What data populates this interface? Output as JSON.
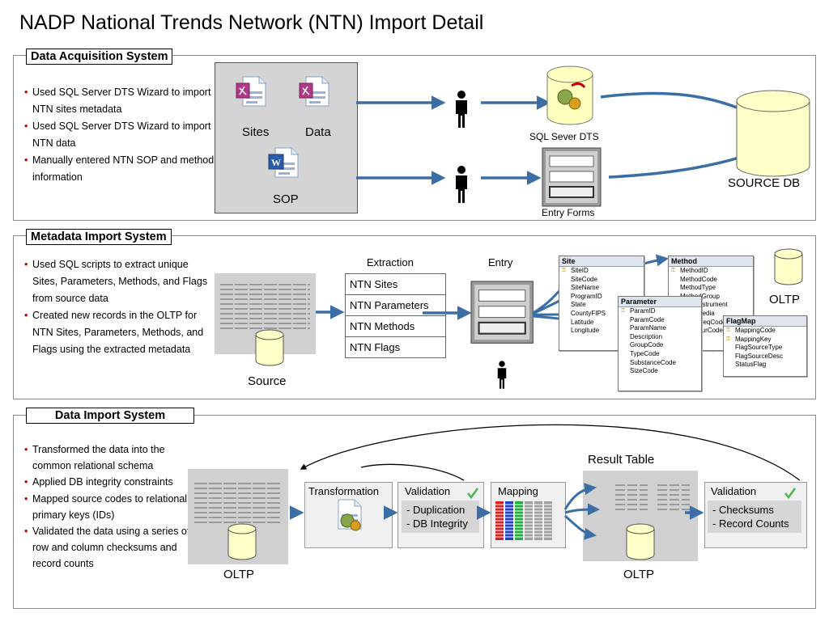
{
  "title": "NADP National Trends Network (NTN) Import Detail",
  "colors": {
    "arrow": "#3a6ea5",
    "cylinder": "#ffffc8",
    "bullet": "#c00000",
    "panel": "#d4d4d4"
  },
  "acquisition": {
    "label": "Data Acquisition System",
    "bullets": [
      "Used SQL Server DTS Wizard to import NTN sites metadata",
      "Used SQL Server DTS Wizard to import NTN data",
      "Manually entered NTN SOP and method information"
    ],
    "files": {
      "sites": "Sites",
      "data": "Data",
      "sop": "SOP"
    },
    "sql_dts": "SQL Sever DTS",
    "entry_forms": "Entry Forms",
    "source_db": "SOURCE DB"
  },
  "metadata": {
    "label": "Metadata Import System",
    "bullets": [
      "Used SQL scripts to extract unique Sites, Parameters, Methods, and Flags from source data",
      "Created new records in the OLTP for NTN Sites, Parameters, Methods, and Flags using the extracted metadata"
    ],
    "source": "Source",
    "extraction_title": "Extraction",
    "extraction_items": [
      "NTN Sites",
      "NTN Parameters",
      "NTN Methods",
      "NTN Flags"
    ],
    "entry_title": "Entry",
    "oltp": "OLTP",
    "tables": {
      "site": {
        "name": "Site",
        "fields": [
          "SiteID",
          "SiteCode",
          "SiteName",
          "ProgramID",
          "State",
          "CountyFIPS",
          "Latitude",
          "Longitude"
        ]
      },
      "parameter": {
        "name": "Parameter",
        "fields": [
          "ParamID",
          "ParamCode",
          "ParamName",
          "Description",
          "GroupCode",
          "TypeCode",
          "SubstanceCode",
          "SizeCode"
        ]
      },
      "method": {
        "name": "Method",
        "fields": [
          "MethodID",
          "MethodCode",
          "MethodType",
          "MethodGroup",
          "SampInstrument",
          "SampMedia",
          "SampFreqCode",
          "SampDurCode"
        ]
      },
      "flagmap": {
        "name": "FlagMap",
        "fields": [
          "MappingCode",
          "MappingKey",
          "FlagSourceType",
          "FlagSourceDesc",
          "StatusFlag"
        ]
      }
    }
  },
  "dataimport": {
    "label": "Data Import System",
    "bullets": [
      "Transformed the data into the common relational schema",
      "Applied DB integrity constraints",
      "Mapped source codes to relational primary keys (IDs)",
      "Validated the data using a series of row and column checksums and record counts"
    ],
    "oltp_left": "OLTP",
    "transformation": "Transformation",
    "validation1": {
      "title": "Validation",
      "items": [
        "- Duplication",
        "- DB Integrity"
      ]
    },
    "mapping": "Mapping",
    "result_table": "Result Table",
    "oltp_right": "OLTP",
    "validation2": {
      "title": "Validation",
      "items": [
        "- Checksums",
        "- Record Counts"
      ]
    }
  }
}
